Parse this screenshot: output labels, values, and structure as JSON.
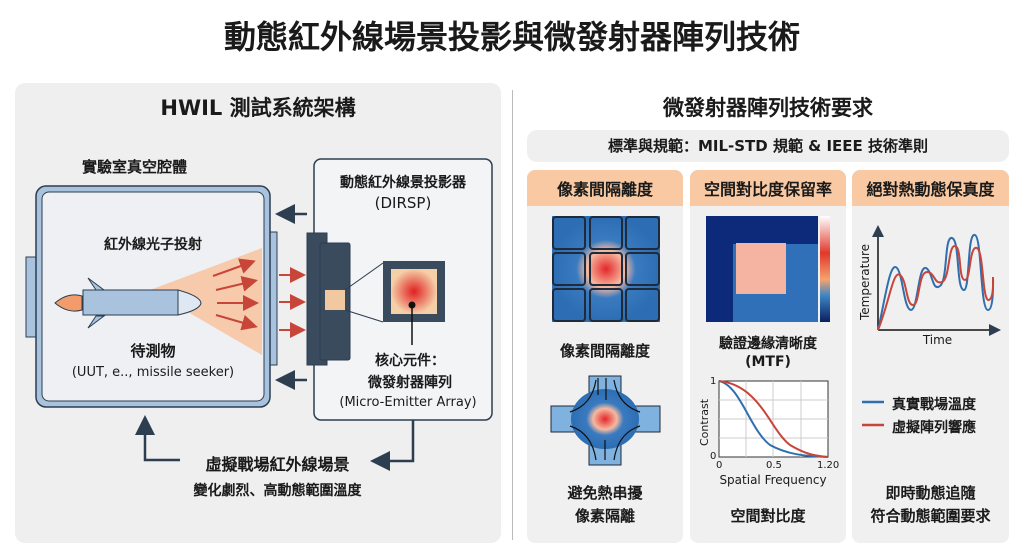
{
  "title": "動態紅外線場景投影與微發射器陣列技術",
  "left": {
    "title": "HWIL 測試系統架構",
    "chamber_label": "實驗室真空腔體",
    "photon_label": "紅外線光子投射",
    "uut_label": "待測物",
    "uut_sub": "(UUT, e.., missile seeker)",
    "projector_title": "動態紅外線景投影器",
    "projector_abbr": "(DIRSP)",
    "core_label": "核心元件：",
    "core_name": "微發射器陣列",
    "core_en": "(Micro-Emitter Array)",
    "scene_label": "虛擬戰場紅外線場景",
    "scene_sub": "變化劇烈、高動態範圍溫度"
  },
  "right": {
    "title": "微發射器陣列技術要求",
    "standards": "標準與規範：MIL-STD 規範 & IEEE 技術準則",
    "columns": [
      {
        "header": "像素間隔離度",
        "mid_label": "像素間隔離度",
        "bottom1": "避免熱串擾",
        "bottom2": "像素隔離"
      },
      {
        "header": "空間對比度保留率",
        "mid_label": "驗證邊緣清晰度",
        "mid_label2": "(MTF)",
        "bottom1": "空間對比度"
      },
      {
        "header": "絕對熱動態保真度",
        "bottom1": "即時動態追隨",
        "bottom2": "符合動態範圍要求"
      }
    ],
    "mtf_chart": {
      "ylabel": "Contrast",
      "xlabel": "Spatial Frequency",
      "yticks": [
        "1",
        "0"
      ],
      "xticks": [
        "0",
        "0.5",
        "1.20"
      ]
    },
    "temp_chart": {
      "ylabel": "Temperature",
      "xlabel": "Time",
      "legend": [
        "真實戰場溫度",
        "虛擬陣列響應"
      ]
    }
  },
  "colors": {
    "blue": "#2f6fb0",
    "red": "#c8453a",
    "header": "#f8c9a3",
    "navy": "#2c3e50"
  }
}
